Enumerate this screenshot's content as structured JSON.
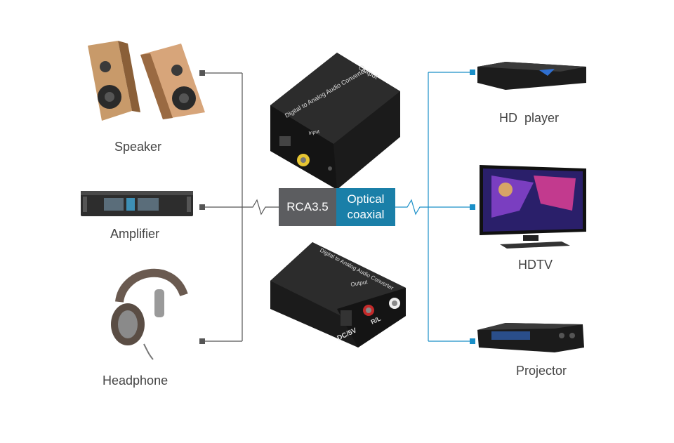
{
  "inputs": {
    "items": [
      {
        "label": "Speaker"
      },
      {
        "label": "Amplifier"
      },
      {
        "label": "Headphone"
      }
    ]
  },
  "outputs": {
    "items": [
      {
        "label": "HD  player"
      },
      {
        "label": "HDTV"
      },
      {
        "label": "Projector"
      }
    ]
  },
  "converter": {
    "top_label": "Digital to Analog Audio Converter",
    "top_output": "Output",
    "top_input": "Input",
    "bottom_label": "Digital to Analog Audio Converter",
    "bottom_output": "Output",
    "bottom_power": "DC/5V",
    "bottom_rl": "R/L"
  },
  "badges": {
    "left": "RCA3.5",
    "right_line1": "Optical",
    "right_line2": "coaxial"
  },
  "colors": {
    "left_line": "#555555",
    "right_line": "#1a8fc8",
    "badge_left": "#5c5d60",
    "badge_right": "#1a7fa8"
  }
}
